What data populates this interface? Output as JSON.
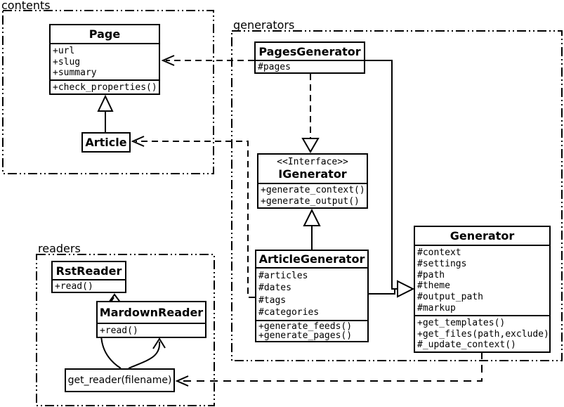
{
  "diagram": {
    "background": "#ffffff",
    "line_color": "#000000"
  },
  "packages": {
    "contents": {
      "label": "contents"
    },
    "generators": {
      "label": "generators"
    },
    "readers": {
      "label": "readers"
    }
  },
  "classes": {
    "page": {
      "title": "Page",
      "attributes": [
        "+url",
        "+slug",
        "+summary"
      ],
      "methods": [
        "+check_properties()"
      ]
    },
    "article": {
      "title": "Article"
    },
    "pages_generator": {
      "title": "PagesGenerator",
      "attributes": [
        "#pages"
      ]
    },
    "igenerator": {
      "stereotype": "<<Interface>>",
      "title": "IGenerator",
      "methods": [
        "+generate_context()",
        "+generate_output()"
      ]
    },
    "article_generator": {
      "title": "ArticleGenerator",
      "attributes": [
        "#articles",
        "#dates",
        "#tags",
        "#categories"
      ],
      "methods": [
        "+generate_feeds()",
        "+generate_pages()"
      ]
    },
    "generator": {
      "title": "Generator",
      "attributes": [
        "#context",
        "#settings",
        "#path",
        "#theme",
        "#output_path",
        "#markup"
      ],
      "methods": [
        "+get_templates()",
        "+get_files(path,exclude)",
        "#_update_context()"
      ]
    },
    "rst_reader": {
      "title": "RstReader",
      "methods": [
        "+read()"
      ]
    },
    "mardown_reader": {
      "title": "MardownReader",
      "methods": [
        "+read()"
      ]
    }
  },
  "functions": {
    "get_reader": {
      "label": "get_reader(filename)"
    }
  }
}
